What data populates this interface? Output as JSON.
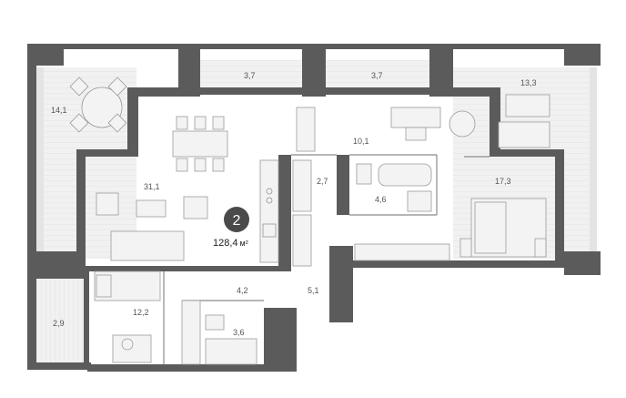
{
  "plan": {
    "room_count": "2",
    "total_area": "128,4",
    "area_unit": "м²",
    "rooms": {
      "terrace_left": "14,1",
      "balcony_1": "3,7",
      "balcony_2": "3,7",
      "terrace_right": "13,3",
      "living_kitchen": "31,1",
      "pantry": "2,7",
      "office": "10,1",
      "bathroom": "4,6",
      "bedroom": "17,3",
      "hall": "4,2",
      "corridor": "5,1",
      "bedroom_2": "12,2",
      "loggia": "2,9",
      "bathroom_2": "3,6"
    }
  },
  "colors": {
    "wall": "#5b5b5b",
    "floor": "#ffffff",
    "balcony": "#efefef",
    "badge": "#4a4a4a"
  }
}
